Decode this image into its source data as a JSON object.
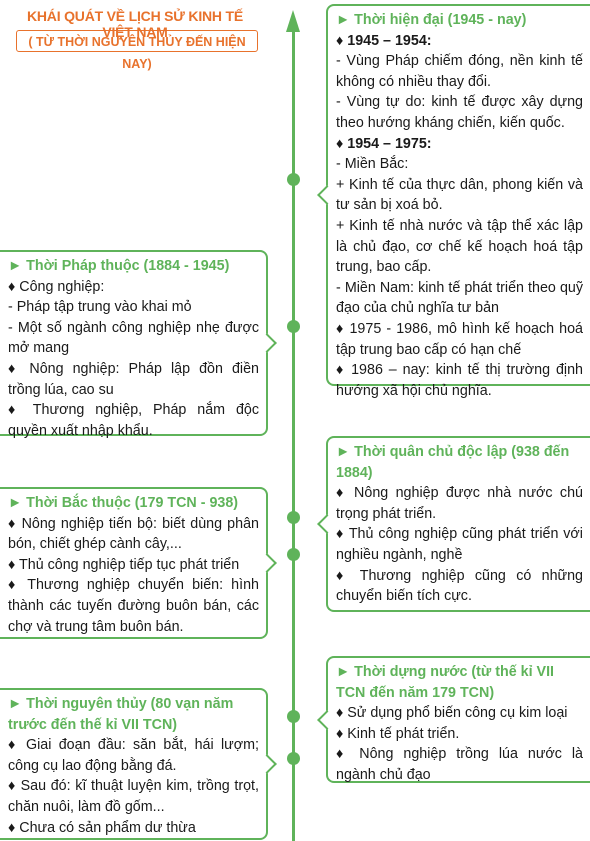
{
  "header": {
    "title": "KHÁI QUÁT VỀ LỊCH SỬ KINH TẾ VIỆT NAM",
    "subtitle": "( TỪ THỜI NGUYÊN THỦY ĐẾN HIỆN NAY)"
  },
  "colors": {
    "accent": "#e8722c",
    "timeline": "#5fb35a"
  },
  "periods": {
    "hien_dai": {
      "heading": "► Thời hiện đại (1945 - nay)",
      "lines": [
        "♦ 1945 – 1954:",
        "- Vùng Pháp chiếm đóng, nền kinh tế không có nhiều thay đổi.",
        "- Vùng tự do: kinh tế được xây dựng theo hướng kháng chiến, kiến quốc.",
        "♦ 1954 – 1975:",
        "- Miền Bắc:",
        "+ Kinh tế của thực dân, phong kiến và tư sản bị xoá bỏ.",
        "+ Kinh tế nhà nước và tập thể xác lập là chủ đạo, cơ chế kế hoạch hoá tập trung, bao cấp.",
        "- Miền Nam: kinh tế phát triển theo quỹ đạo của chủ nghĩa tư bản",
        "♦ 1975 - 1986, mô hình kế hoạch hoá tập trung bao cấp có hạn chế",
        "♦ 1986 – nay: kinh tế thị trường định hướng xã hội chủ nghĩa."
      ]
    },
    "phap_thuoc": {
      "heading": "► Thời Pháp thuộc (1884 - 1945)",
      "lines": [
        "♦ Công nghiệp:",
        "- Pháp tập trung vào khai mỏ",
        "- Một số ngành công nghiệp nhẹ được mở mang",
        "♦ Nông nghiệp: Pháp lập đồn điền trồng lúa, cao su",
        "♦ Thương nghiệp, Pháp nắm độc quyền xuất nhập khẩu."
      ]
    },
    "quan_chu": {
      "heading": "► Thời quân chủ độc lập (938 đến 1884)",
      "lines": [
        "♦ Nông nghiệp được nhà nước chú trọng phát triển.",
        "♦ Thủ công nghiệp cũng phát triển với nghiều ngành, nghề",
        "♦ Thương nghiệp cũng có những chuyển biến tích cực."
      ]
    },
    "bac_thuoc": {
      "heading": "► Thời Bắc thuộc (179 TCN - 938)",
      "lines": [
        "♦ Nông nghiệp tiến bộ: biết dùng phân bón, chiết ghép cành cây,...",
        "♦ Thủ công nghiệp tiếp tục phát triển",
        "♦ Thương nghiệp chuyển biến: hình thành các tuyến đường buôn bán, các chợ và trung tâm buôn bán."
      ]
    },
    "dung_nuoc": {
      "heading": "► Thời dựng nước (từ thế kỉ VII TCN đến năm 179 TCN)",
      "lines": [
        "♦ Sử dụng phổ biến công cụ kim loại",
        "♦ Kinh tế phát triển.",
        "♦ Nông nghiệp trồng lúa nước là ngành chủ đạo"
      ]
    },
    "nguyen_thuy": {
      "heading": "► Thời nguyên thủy (80 vạn năm trước đến thế kỉ VII TCN)",
      "lines": [
        "♦ Giai đoạn đầu: săn bắt, hái lượm; công cụ lao động bằng đá.",
        "♦ Sau đó: kĩ thuật luyện kim, trồng trọt, chăn nuôi, làm đồ gốm...",
        "♦ Chưa có sản phẩm dư thừa"
      ]
    }
  }
}
